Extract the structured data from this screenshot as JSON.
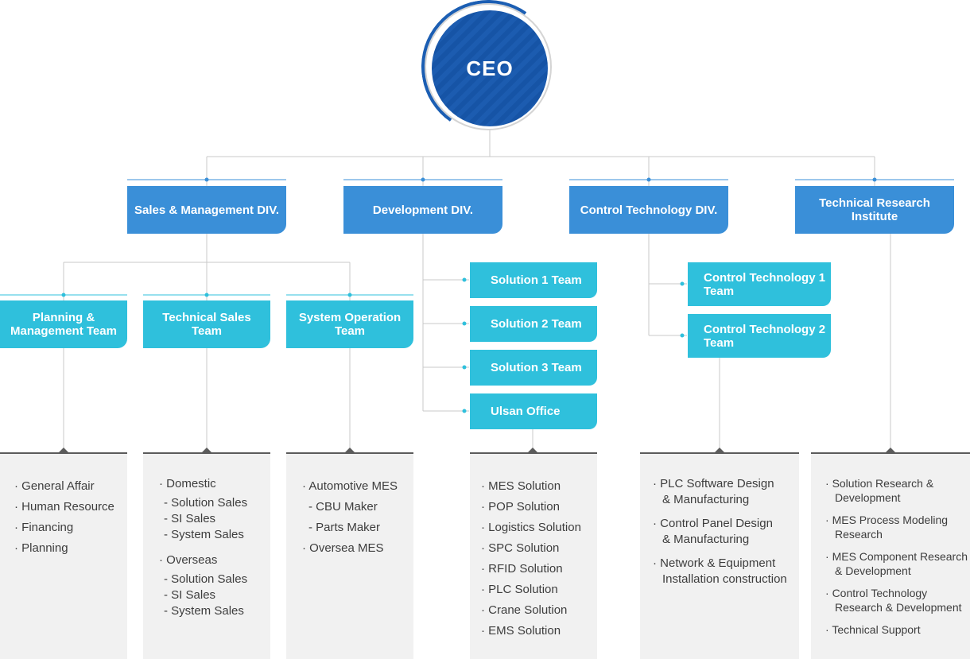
{
  "ceo": "CEO",
  "divisions": {
    "sales": "Sales & Management DIV.",
    "development": "Development DIV.",
    "control": "Control Technology DIV.",
    "research": "Technical Research Institute"
  },
  "teams": {
    "planning": "Planning & Management Team",
    "tech_sales": "Technical Sales Team",
    "sys_op": "System Operation Team",
    "solution1": "Solution 1 Team",
    "solution2": "Solution 2 Team",
    "solution3": "Solution 3 Team",
    "ulsan": "Ulsan Office",
    "ctrl1": "Control Technology 1 Team",
    "ctrl2": "Control Technology 2 Team"
  },
  "panels": {
    "planning": [
      "General Affair",
      "Human Resource",
      "Financing",
      "Planning"
    ],
    "tech_sales": {
      "domestic": "Domestic",
      "domestic_items": [
        "Solution Sales",
        "SI Sales",
        "System Sales"
      ],
      "overseas": "Overseas",
      "overseas_items": [
        "Solution Sales",
        "SI Sales",
        "System Sales"
      ]
    },
    "sys_op": {
      "automotive": "Automotive MES",
      "automotive_items": [
        "CBU Maker",
        "Parts Maker"
      ],
      "oversea": "Oversea MES"
    },
    "development": [
      "MES Solution",
      "POP Solution",
      "Logistics Solution",
      "SPC Solution",
      "RFID Solution",
      "PLC Solution",
      "Crane Solution",
      "EMS Solution"
    ],
    "control": [
      [
        "PLC Software Design",
        "& Manufacturing"
      ],
      [
        "Control Panel Design",
        "& Manufacturing"
      ],
      [
        "Network & Equipment",
        "Installation construction"
      ]
    ],
    "research": [
      [
        "Solution Research &",
        "Development"
      ],
      [
        "MES Process Modeling",
        "Research"
      ],
      [
        "MES Component Research",
        "& Development"
      ],
      [
        "Control Technology",
        "Research & Development"
      ],
      [
        "Technical Support"
      ]
    ]
  }
}
